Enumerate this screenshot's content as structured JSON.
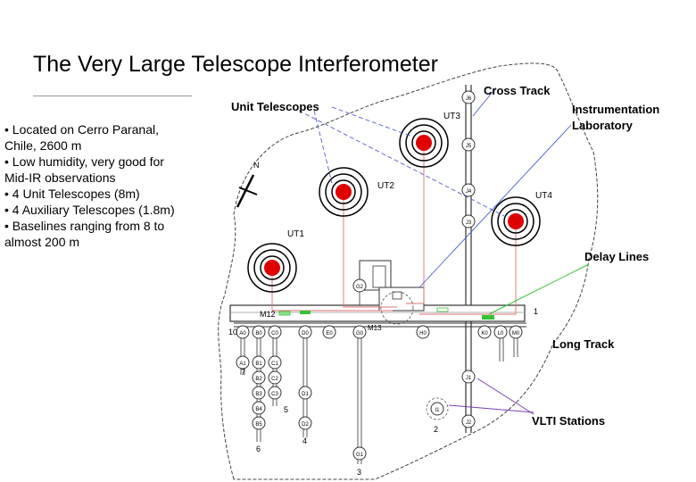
{
  "slide": {
    "title": "The Very Large Telescope Interferometer",
    "bullets": [
      "• Located on Cerro Paranal,",
      "Chile, 2600 m",
      "• Low humidity, very good for",
      "Mid-IR observations",
      "• 4 Unit Telescopes (8m)",
      "• 4 Auxiliary Telescopes (1.8m)",
      "• Baselines ranging from 8 to",
      "almost 200 m"
    ]
  },
  "diagram": {
    "callouts": {
      "cross_track": "Cross Track",
      "unit_telescopes": "Unit Telescopes",
      "instrumentation_line1": "Instrumentation",
      "instrumentation_line2": "Laboratory",
      "delay_lines": "Delay Lines",
      "long_track": "Long Track",
      "vlti_stations": "VLTI Stations"
    },
    "telescopes": {
      "ut1": "UT1",
      "ut2": "UT2",
      "ut3": "UT3",
      "ut4": "UT4"
    },
    "station_labels": {
      "j6": "J6",
      "j5": "J5",
      "j4": "J4",
      "j3": "J3",
      "j1": "J1",
      "j2": "J2",
      "g2": "G2",
      "g0": "G0",
      "g1": "G1",
      "a0": "A0",
      "a1": "A1",
      "b0": "B0",
      "b1": "B1",
      "b2": "B2",
      "b3": "B3",
      "b4": "B4",
      "b5": "B5",
      "c0": "C0",
      "c1": "C1",
      "c2": "C2",
      "c3": "C3",
      "d0": "D0",
      "d1": "D1",
      "d2": "D2",
      "e0": "E0",
      "h0": "H0",
      "i1": "I1",
      "k0": "K0",
      "l0": "L0",
      "m0": "M0"
    },
    "misc_labels": {
      "m12": "M12",
      "m13": "M13",
      "north": "N",
      "num_10": "10",
      "num_1": "1",
      "num_2": "2",
      "num_3": "3",
      "num_4": "4",
      "num_5": "5",
      "num_6": "6",
      "num_7": "7"
    },
    "colors": {
      "telescope_core": "#e00000",
      "blue_leader": "#4a5fd0",
      "green_leader": "#35c235",
      "purple_leader": "#7a3fb0",
      "beam_line": "#e07070"
    }
  }
}
